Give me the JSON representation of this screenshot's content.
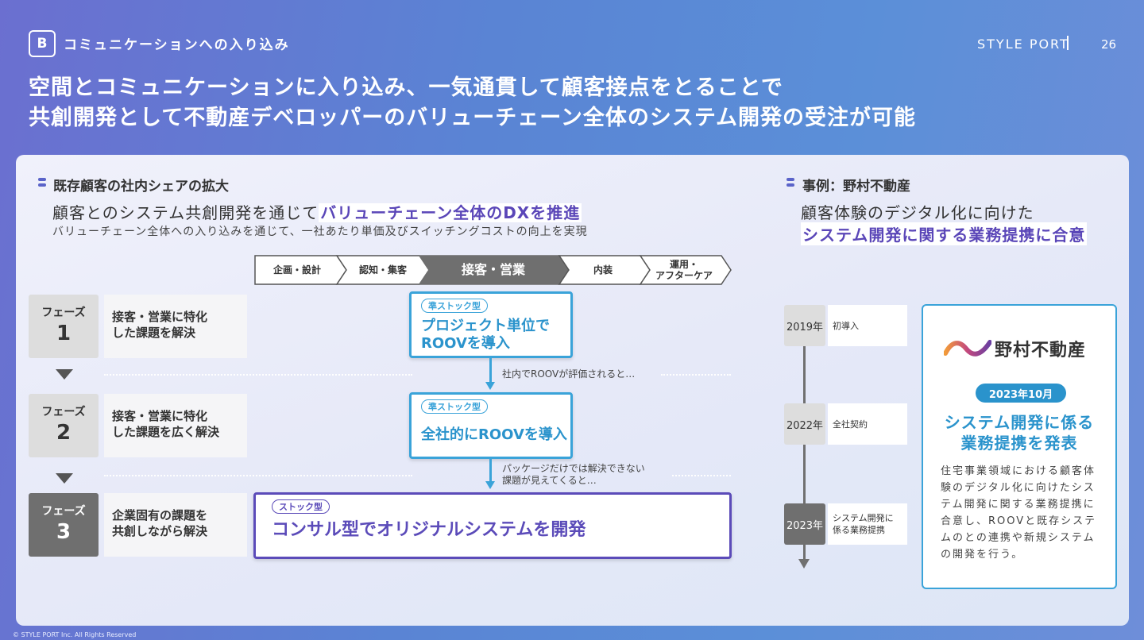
{
  "header": {
    "section_badge": "B",
    "section_label": "コミュニケーションへの入り込み",
    "brand": "STYLE PORT",
    "page_number": "26"
  },
  "headline": {
    "line1": "空間とコミュニケーションに入り込み、一気通貫して顧客接点をとることで",
    "line2": "共創開発として不動産デベロッパーのバリューチェーン全体のシステム開発の受注が可能"
  },
  "left": {
    "heading": "既存顧客の社内シェアの拡大",
    "lead_plain": "顧客とのシステム共創開発を通じて",
    "lead_highlight": "バリューチェーン全体のDXを推進",
    "sub": "バリューチェーン全体への入り込みを通じて、一社あたり単価及びスイッチングコストの向上を実現",
    "steps": [
      {
        "label": "企画・設計"
      },
      {
        "label": "認知・集客"
      },
      {
        "label": "接客・営業"
      },
      {
        "label": "内装"
      },
      {
        "label1": "運用・",
        "label2": "アフターケア"
      }
    ],
    "phases": [
      {
        "label": "フェーズ",
        "number": "1",
        "desc1": "接客・営業に特化",
        "desc2": "した課題を解決"
      },
      {
        "label": "フェーズ",
        "number": "2",
        "desc1": "接客・営業に特化",
        "desc2": "した課題を広く解決"
      },
      {
        "label": "フェーズ",
        "number": "3",
        "desc1": "企業固有の課題を",
        "desc2": "共創しながら解決"
      }
    ],
    "cards": [
      {
        "tag": "準ストック型",
        "line1": "プロジェクト単位で",
        "line2": "ROOVを導入"
      },
      {
        "tag": "準ストック型",
        "line1": "全社的にROOVを導入"
      },
      {
        "tag": "ストック型",
        "line1": "コンサル型でオリジナルシステムを開発"
      }
    ],
    "flow_notes": {
      "note1": "社内でROOVが評価されると…",
      "note2_line1": "パッケージだけでは解決できない",
      "note2_line2": "課題が見えてくると…"
    }
  },
  "right": {
    "heading": "事例：野村不動産",
    "lead1": "顧客体験のデジタル化に向けた",
    "lead2": "システム開発に関する業務提携に合意",
    "timeline": [
      {
        "year": "2019年",
        "note1": "初導入",
        "note2": ""
      },
      {
        "year": "2022年",
        "note1": "全社契約",
        "note2": ""
      },
      {
        "year": "2023年",
        "note1": "システム開発に",
        "note2": "係る業務提携"
      }
    ],
    "case": {
      "logo_text": "野村不動産",
      "date": "2023年10月",
      "title1": "システム開発に係る",
      "title2": "業務提携を発表",
      "body": "住宅事業領域における顧客体験のデジタル化に向けたシステム開発に関する業務提携に合意し、ROOVと既存システムのとの連携や新規システムの開発を行う。"
    }
  },
  "footer": {
    "copyright": "© STYLE PORT Inc. All Rights Reserved"
  },
  "colors": {
    "accent_blue": "#3aa3d9",
    "accent_purple": "#5b4bb9",
    "step_active": "#6f6f6f"
  }
}
